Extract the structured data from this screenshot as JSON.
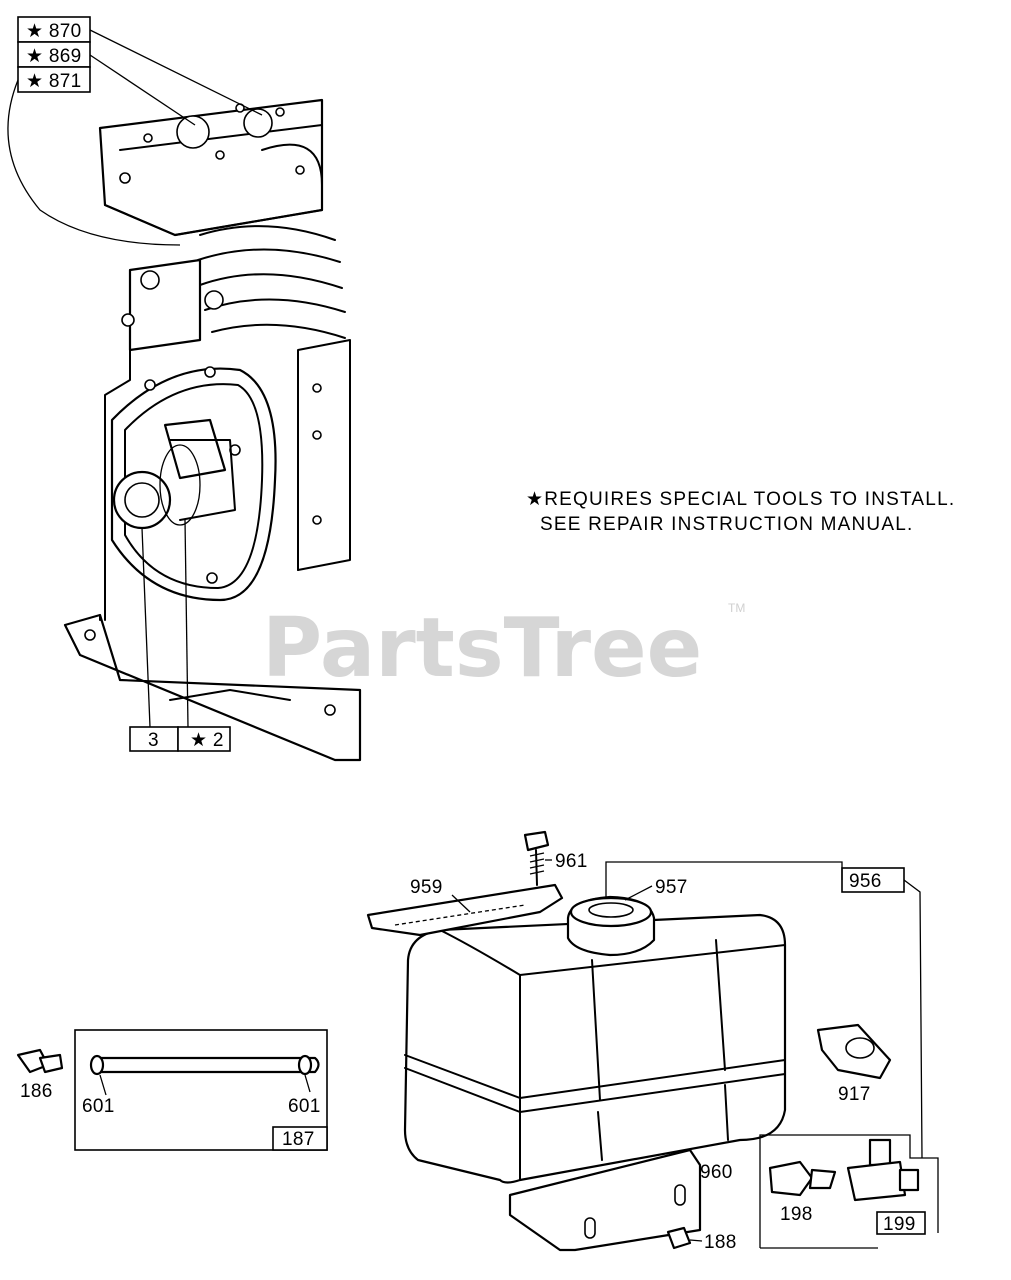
{
  "note": {
    "line1": "★REQUIRES SPECIAL TOOLS TO INSTALL.",
    "line2": "SEE REPAIR INSTRUCTION MANUAL."
  },
  "watermark": {
    "text": "PartsTree",
    "tm": "TM"
  },
  "callouts": {
    "p870": "★  870",
    "p869": "★  869",
    "p871": "★  871",
    "p3": "3",
    "p2": "★ 2",
    "p961": "961",
    "p959": "959",
    "p957": "957",
    "p956": "956",
    "p917": "917",
    "p186": "186",
    "p601a": "601",
    "p601b": "601",
    "p187": "187",
    "p960": "960",
    "p188": "188",
    "p198": "198",
    "p199": "199"
  }
}
